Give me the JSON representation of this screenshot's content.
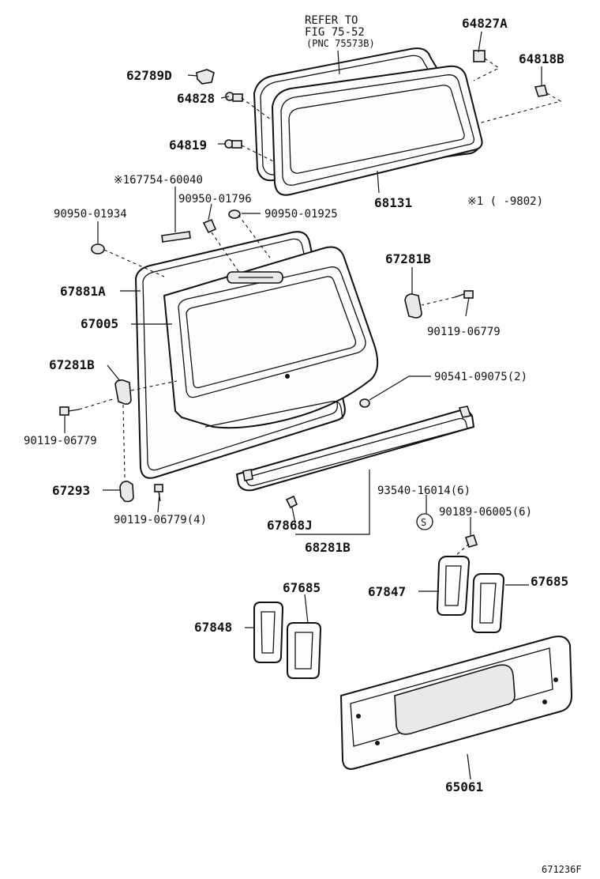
{
  "diagram": {
    "figure_code": "671236F",
    "reference_note": [
      "REFER TO",
      "FIG 75-52",
      "(PNC 75573B)"
    ],
    "footnote": "※1 ( -9802)",
    "circled_symbol": "S",
    "labels": {
      "p64827A": "64827A",
      "p62789D": "62789D",
      "p64818B": "64818B",
      "p64828": "64828",
      "p64819": "64819",
      "p68131": "68131",
      "p167754": "※167754-60040",
      "p90950_01796": "90950-01796",
      "p90950_01934": "90950-01934",
      "p90950_01925": "90950-01925",
      "p67881A": "67881A",
      "p67005": "67005",
      "p67281B_right": "67281B",
      "p90119_06779_right": "90119-06779",
      "p67281B_left": "67281B",
      "p90541": "90541-09075(2)",
      "p90119_06779_left": "90119-06779",
      "p93540": "93540-16014(6)",
      "p67293": "67293",
      "p90189": "90189-06005(6)",
      "p90119_06779_4": "90119-06779(4)",
      "p67868J": "67868J",
      "p68281B": "68281B",
      "p67685_mid": "67685",
      "p67847": "67847",
      "p67685_right": "67685",
      "p67848": "67848",
      "p65061": "65061"
    }
  }
}
